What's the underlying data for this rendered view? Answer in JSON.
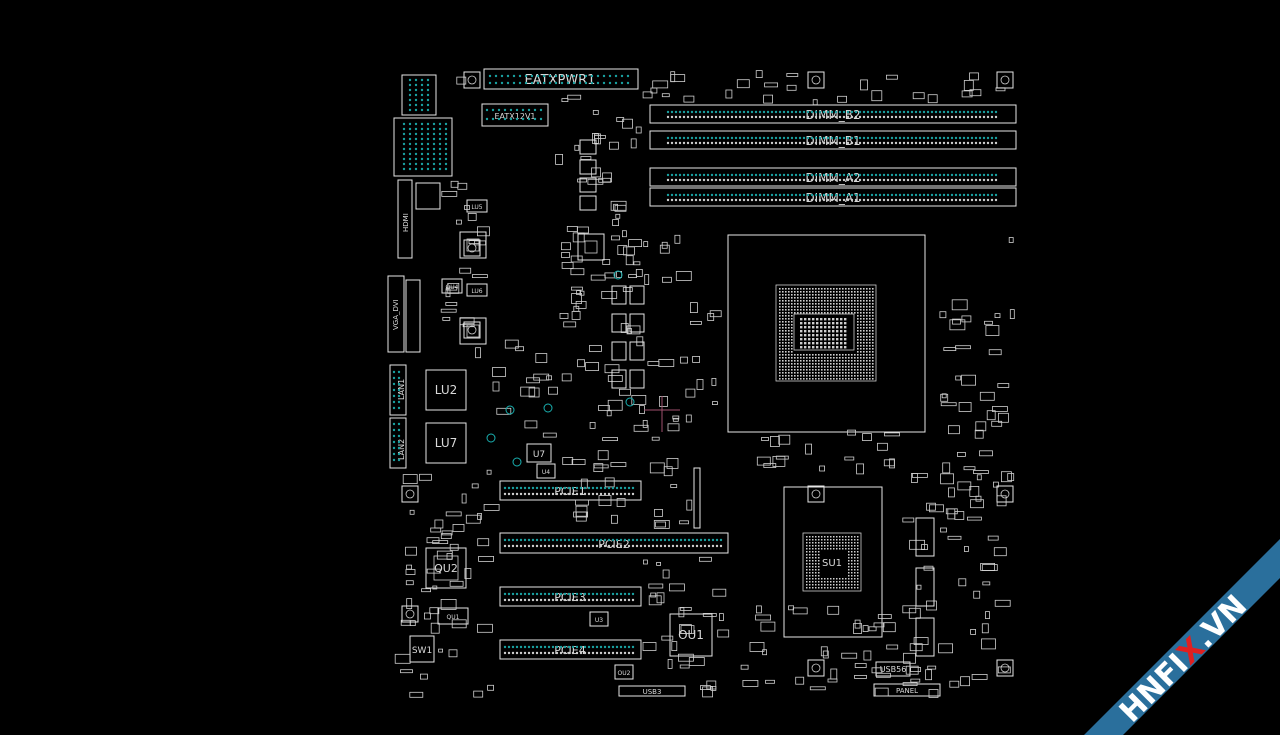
{
  "colors": {
    "background": "#000000",
    "outline": "#e6e6e6",
    "pad": "#19a0a0",
    "watermark_band": "#2a6f9c",
    "watermark_text": "#ffffff",
    "watermark_accent": "#e02020",
    "crosshair": "#a0506e"
  },
  "labels": {
    "eatxpwr1": "EATXPWR1",
    "eatx12v1": "EATX12V1",
    "dimm_b2": "DIMM_B2",
    "dimm_b1": "DIMM_B1",
    "dimm_a2": "DIMM_A2",
    "dimm_a1": "DIMM_A1",
    "lu2": "LU2",
    "lu7": "LU7",
    "u7": "U7",
    "qu2": "QU2",
    "ou1": "OU1",
    "sw1": "SW1",
    "su1": "SU1",
    "pcie1": "PCIE1",
    "pcie2": "PCIE2",
    "pcie3": "PCIE3",
    "pcie4": "PCIE4",
    "usb3": "USB3",
    "usb56": "USB56",
    "panel": "PANEL",
    "lan1": "LAN1",
    "lan2": "LAN2",
    "u4": "U4",
    "qu1": "QU1",
    "qu4": "QU4",
    "lu5": "LU5",
    "lu6": "LU6",
    "u3": "U3",
    "ou2": "OU2",
    "hdmi": "HDMI",
    "vga_dvi": "VGA_DVI"
  },
  "watermark": {
    "text_a": "HNFI",
    "text_x": "X",
    "text_b": ".VN"
  }
}
